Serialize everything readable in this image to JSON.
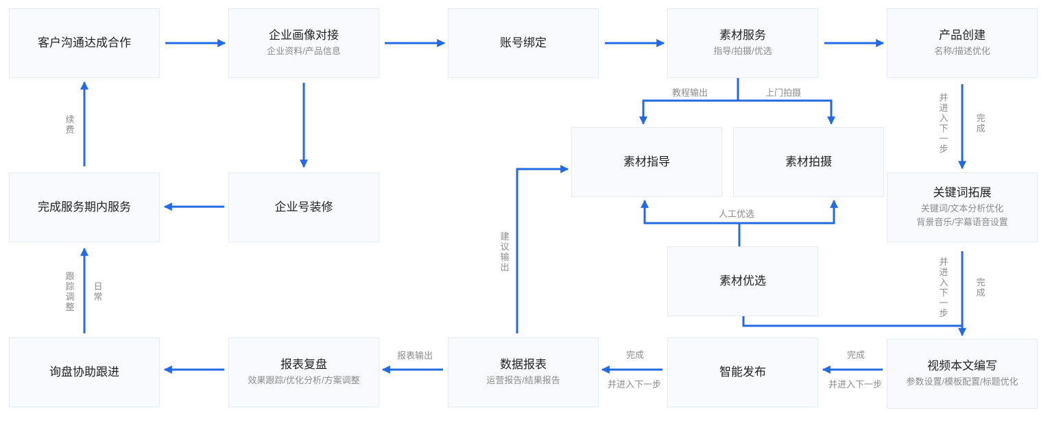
{
  "colors": {
    "arrow": "#2369e1",
    "node_bg": "#f8fafd",
    "node_border": "#e6ebf2",
    "title": "#222222",
    "sub": "#8c8c8c"
  },
  "nodes": {
    "n1": {
      "title": "客户沟通达成合作"
    },
    "n2": {
      "title": "企业画像对接",
      "sub": "企业资料/产品信息"
    },
    "n3": {
      "title": "账号绑定"
    },
    "n4": {
      "title": "素材服务",
      "sub": "指导/拍摄/优选"
    },
    "n5": {
      "title": "产品创建",
      "sub": "名称/描述优化"
    },
    "n6": {
      "title": "完成服务期内服务"
    },
    "n7": {
      "title": "企业号装修"
    },
    "n8": {
      "title": "素材指导"
    },
    "n9": {
      "title": "素材拍摄"
    },
    "n10": {
      "title": "关键词拓展",
      "sub": "关键词/文本分析优化",
      "sub2": "背景音乐/字幕语音设置"
    },
    "n11": {
      "title": "素材优选"
    },
    "n12": {
      "title": "询盘协助跟进"
    },
    "n13": {
      "title": "报表复盘",
      "sub": "效果跟踪/优化分析/方案调整"
    },
    "n14": {
      "title": "数据报表",
      "sub": "运营报告/结果报告"
    },
    "n15": {
      "title": "智能发布"
    },
    "n16": {
      "title": "视频本文编写",
      "sub": "参数设置/模板配置/标题优化"
    }
  },
  "labels": {
    "renew": "续费",
    "track_adjust": "跟踪调整",
    "daily": "日常",
    "tutorial_output": "教程输出",
    "onsite_shoot": "上门拍摄",
    "manual_select": "人工优选",
    "advice_output": "建议输出",
    "report_output": "报表输出",
    "done": "完成",
    "next_step": "并进入下一步"
  }
}
